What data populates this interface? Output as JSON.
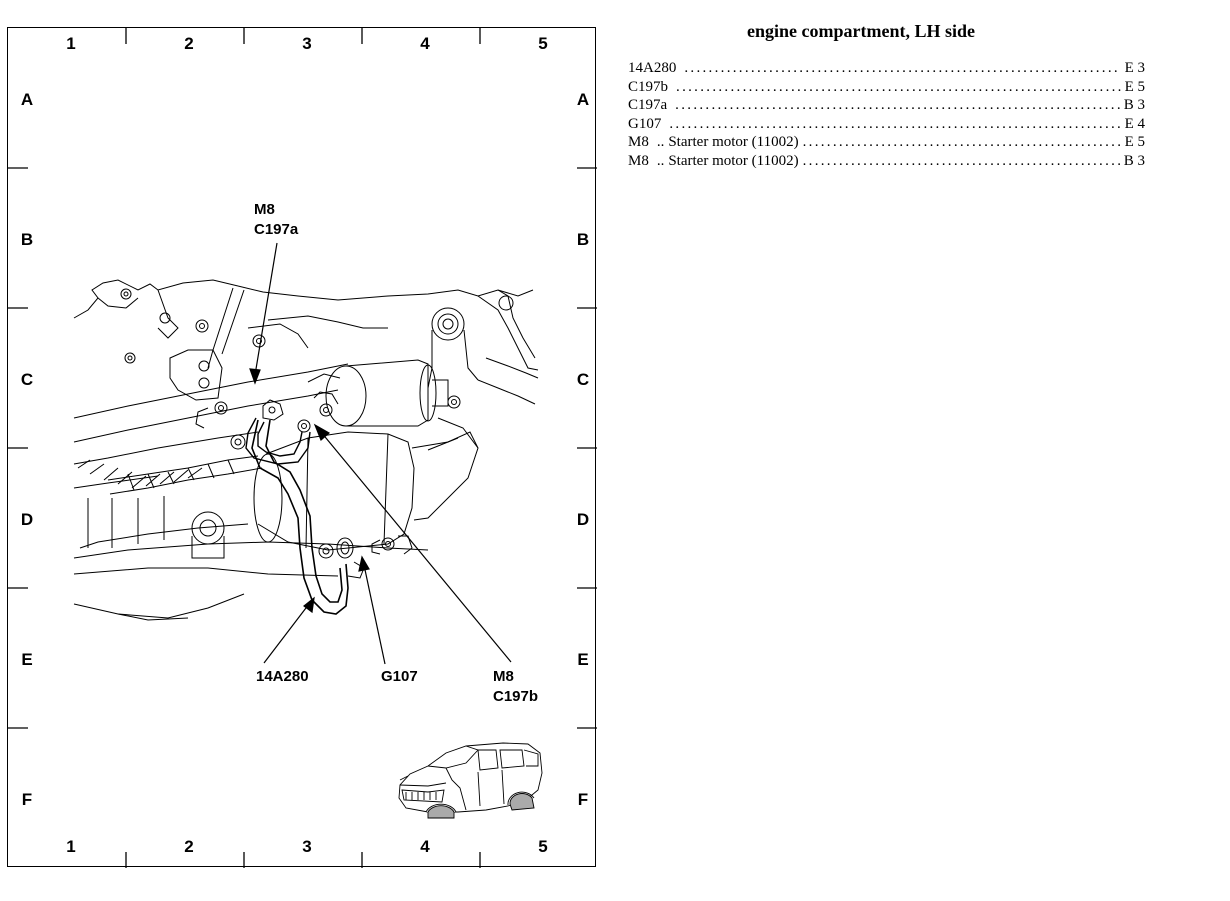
{
  "grid": {
    "columns": [
      "1",
      "2",
      "3",
      "4",
      "5"
    ],
    "rows": [
      "A",
      "B",
      "C",
      "D",
      "E",
      "F"
    ]
  },
  "callouts": {
    "m8_c197a": {
      "line1": "M8",
      "line2": "C197a"
    },
    "c14a280": {
      "line1": "14A280"
    },
    "g107": {
      "line1": "G107"
    },
    "m8_c197b": {
      "line1": "M8",
      "line2": "C197b"
    }
  },
  "legend": {
    "title": "engine compartment, LH side",
    "items": [
      {
        "code": "14A280",
        "separator": "",
        "description": "",
        "ref": "E 3"
      },
      {
        "code": "C197b",
        "separator": "",
        "description": "",
        "ref": "E 5"
      },
      {
        "code": "C197a",
        "separator": "",
        "description": "",
        "ref": "B 3"
      },
      {
        "code": "G107",
        "separator": "",
        "description": "",
        "ref": "E 4"
      },
      {
        "code": "M8",
        "separator": "..",
        "description": "Starter motor (11002)",
        "ref": "E 5"
      },
      {
        "code": "M8",
        "separator": "..",
        "description": "Starter motor (11002)",
        "ref": "B 3"
      }
    ]
  }
}
